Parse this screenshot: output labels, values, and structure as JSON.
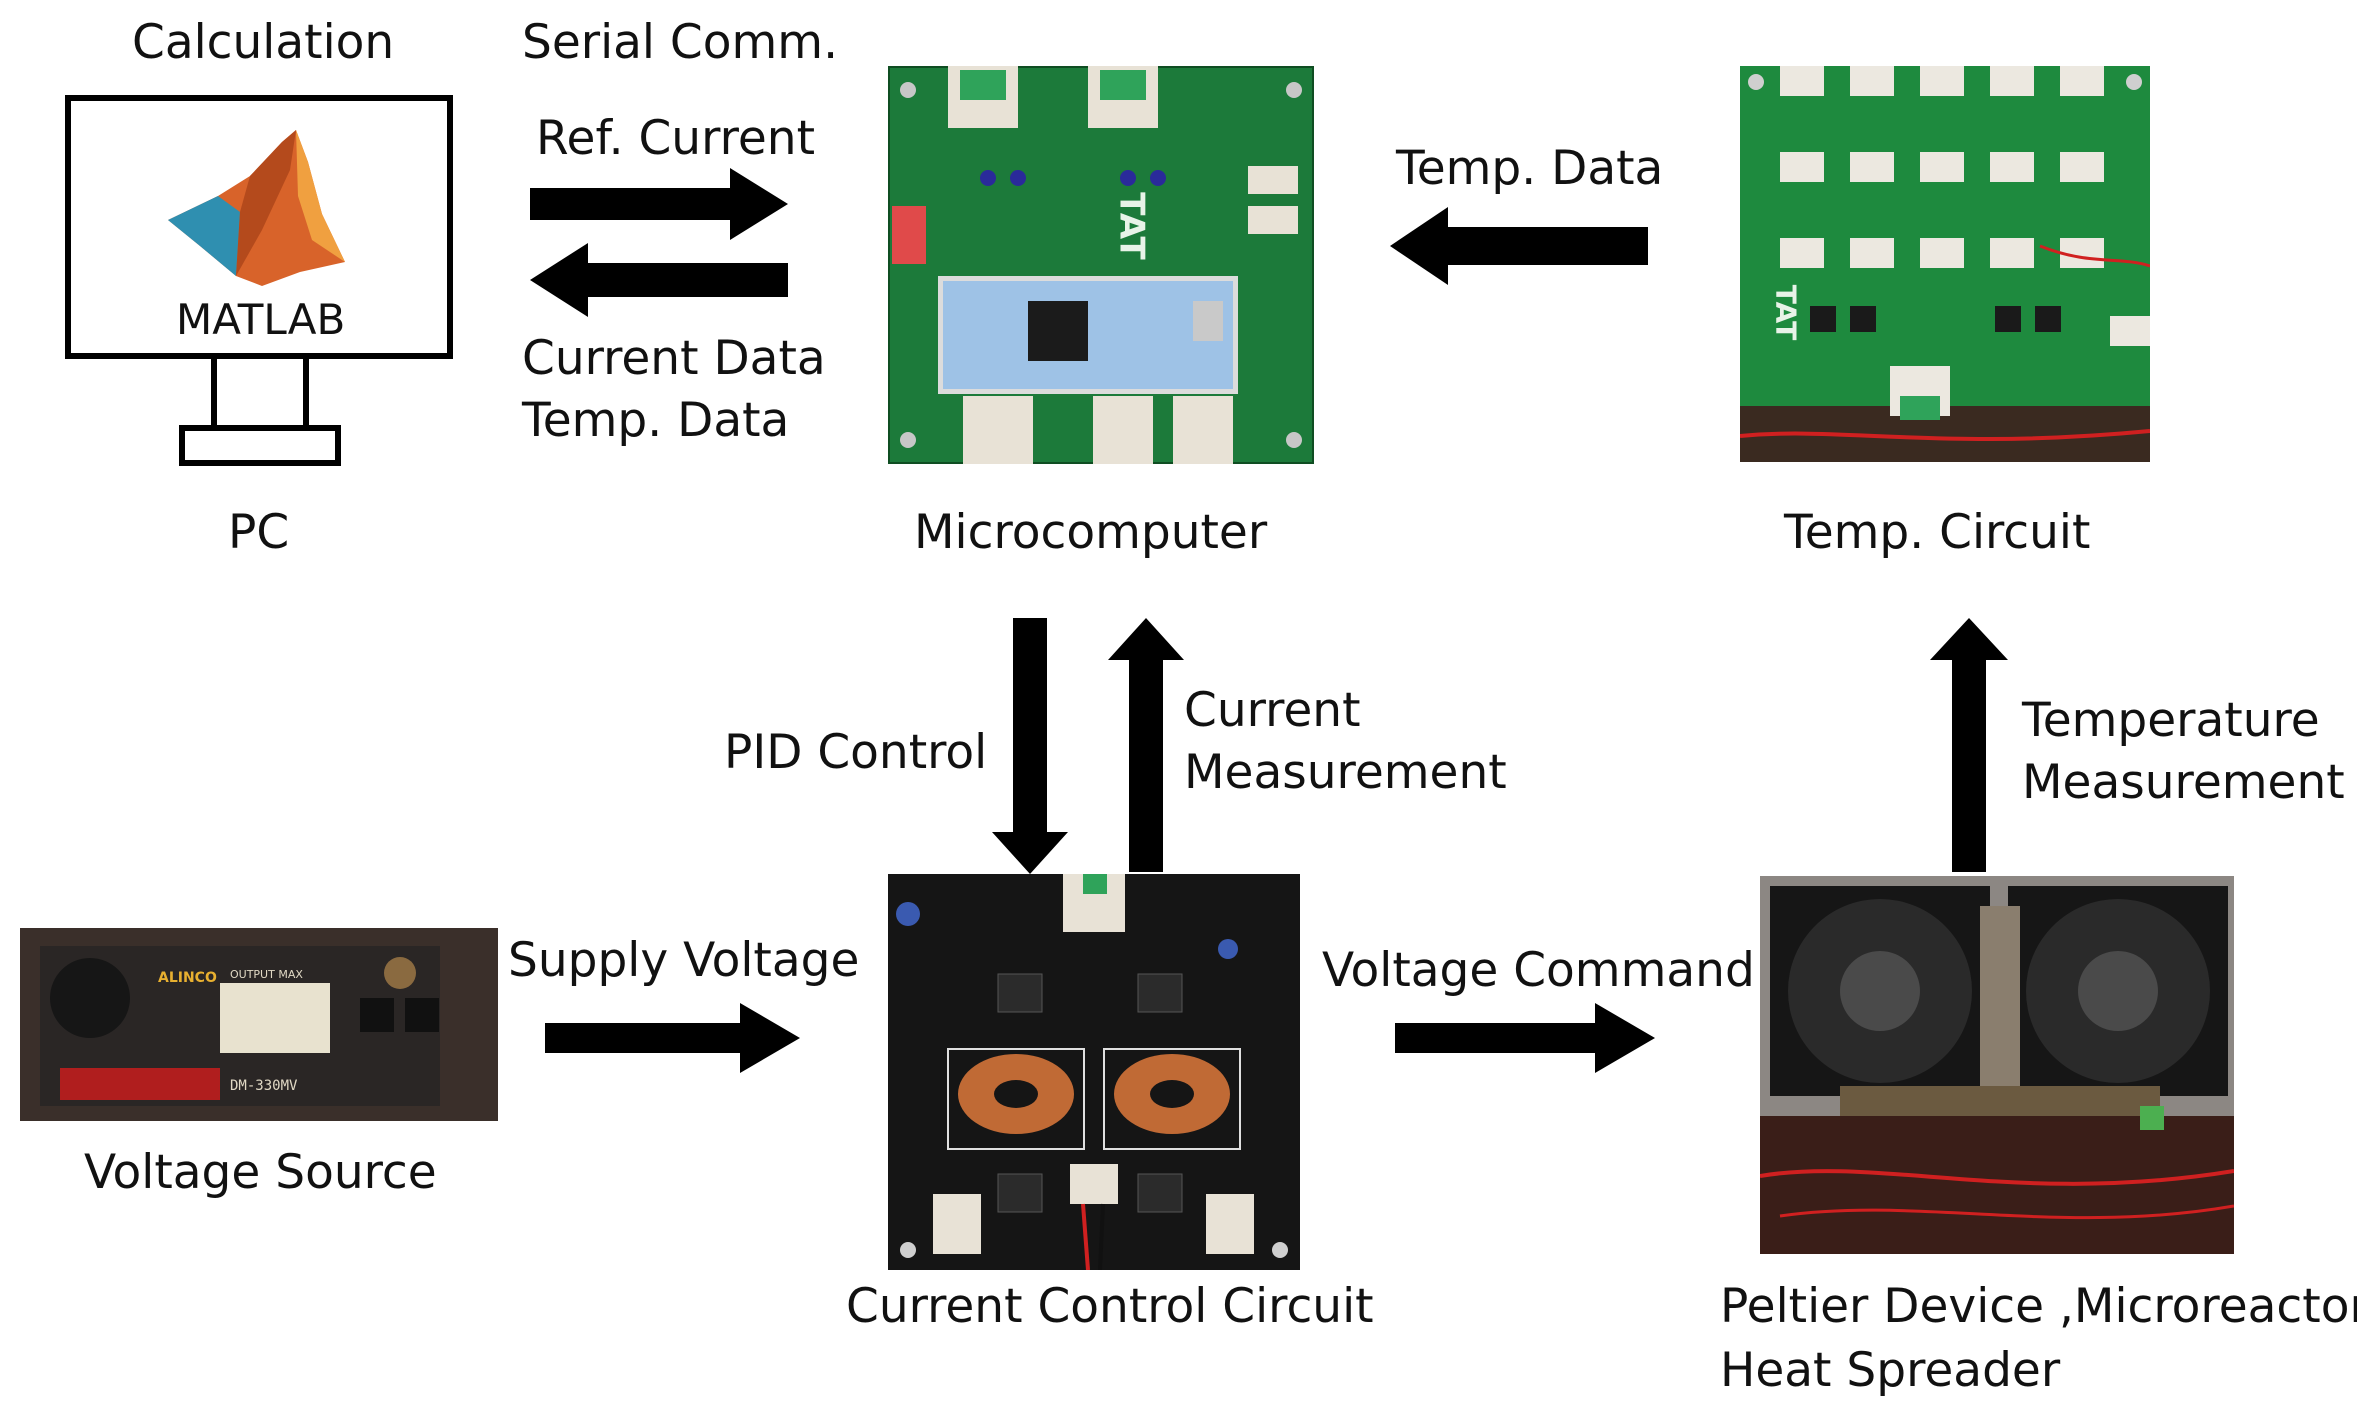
{
  "pc": {
    "title": "Calculation",
    "software": "MATLAB",
    "caption": "PC"
  },
  "serial": {
    "title": "Serial Comm.",
    "to_micro": "Ref. Current",
    "from_micro_line1": "Current Data",
    "from_micro_line2": "Temp. Data"
  },
  "microcomputer": {
    "caption": "Microcomputer",
    "board_text": "TAT"
  },
  "temp_circuit": {
    "caption": "Temp. Circuit",
    "incoming_label": "Temp. Data",
    "board_text": "TAT"
  },
  "control_link": {
    "down_label": "PID Control",
    "up_label_line1": "Current",
    "up_label_line2": "Measurement"
  },
  "temperature_link": {
    "label_line1": "Temperature",
    "label_line2": "Measurement"
  },
  "voltage_source": {
    "caption": "Voltage Source",
    "brand": "ALINCO",
    "output_text": "OUTPUT MAX",
    "model": "DM-330MV",
    "arrow_label": "Supply Voltage"
  },
  "current_control": {
    "caption": "Current Control Circuit",
    "arrow_label": "Voltage Command"
  },
  "peltier": {
    "caption_line1": "Peltier Device ,Microreactor,",
    "caption_line2": "Heat Spreader"
  },
  "colors": {
    "pcb_green": "#1c7a3a",
    "pcb_black": "#151515",
    "copper": "#c06a35",
    "arrow": "#000000"
  }
}
